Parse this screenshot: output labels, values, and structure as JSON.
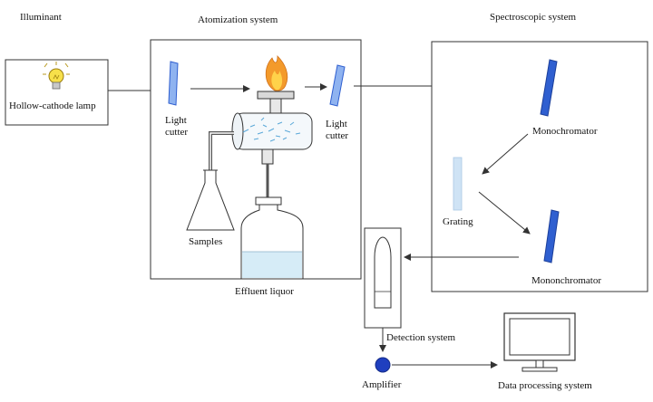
{
  "sections": {
    "illuminant": "Illuminant",
    "atomization": "Atomization system",
    "spectroscopic": "Spectroscopic system"
  },
  "components": {
    "lamp": "Hollow-cathode lamp",
    "light_cutter_1": [
      "Light",
      "cutter"
    ],
    "light_cutter_2": [
      "Light",
      "cutter"
    ],
    "samples": "Samples",
    "effluent": "Effluent liquor",
    "monochromator_1": "Monochromator",
    "grating": "Grating",
    "monochromator_2": "Mononchromator",
    "detection": "Detection system",
    "amplifier": "Amplifier",
    "data_processing": "Data processing system"
  },
  "colors": {
    "mirror": "#2f5fd0",
    "mirror_light": "#8fb3f0",
    "grating": "#cfe3f5",
    "flame_outer": "#f39a2b",
    "flame_inner": "#ffd24a",
    "amplifier": "#1f3fbf",
    "bulb": "#f7e04a",
    "liquid": "#d6ecf7",
    "spray": "#5aa8d8"
  }
}
